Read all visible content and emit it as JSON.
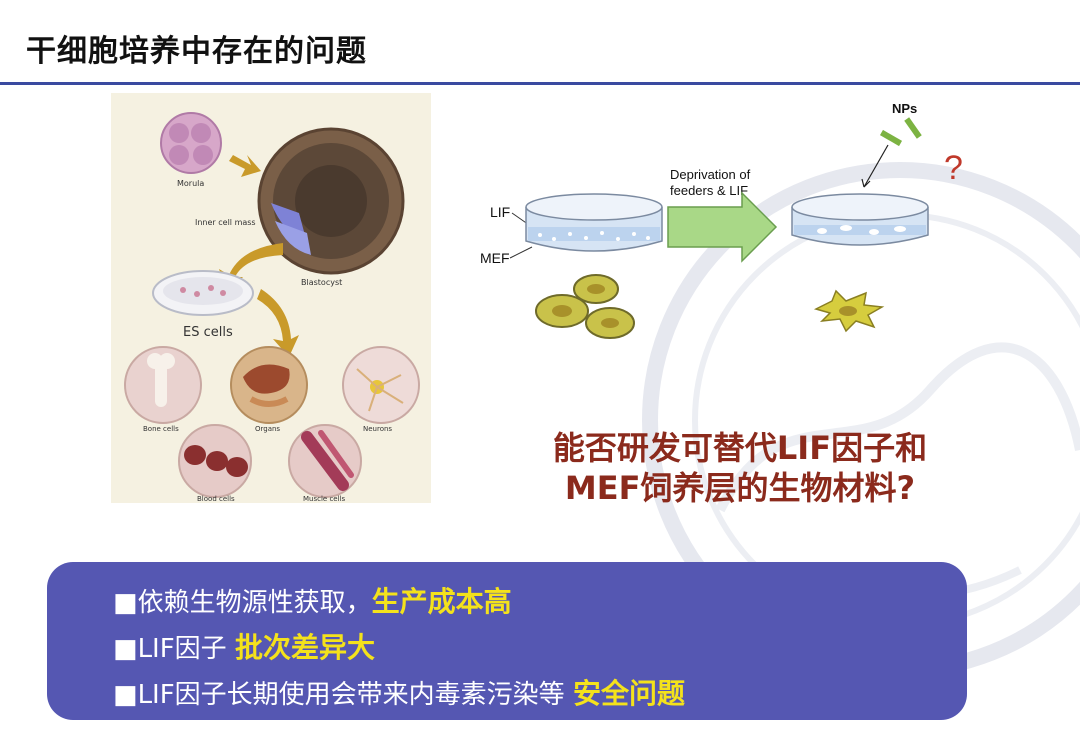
{
  "title": "干细胞培养中存在的问题",
  "left_figure": {
    "labels": {
      "morula": "Morula",
      "inner_cell_mass": "Inner cell mass",
      "blastocyst": "Blastocyst",
      "es_cells": "ES cells",
      "bone_cells": "Bone cells",
      "organs": "Organs",
      "neurons": "Neurons",
      "blood_cells": "Blood cells",
      "muscle_cells": "Muscle cells"
    }
  },
  "right_diagram": {
    "lif_label": "LIF",
    "mef_label": "MEF",
    "arrow_label_line1": "Deprivation of",
    "arrow_label_line2": "feeders & LIF",
    "nps_label": "NPs",
    "question_mark": "?",
    "colors": {
      "arrow": "#a9d887",
      "cell": "#c9c24a",
      "dish": "#c7d9ee"
    }
  },
  "question_lines": [
    "能否研发可替代LIF因子和",
    "MEF饲养层的生物材料?"
  ],
  "bullets": [
    {
      "prefix": "■依赖生物源性获取，",
      "highlight": "生产成本高"
    },
    {
      "prefix": "■LIF因子 ",
      "highlight": "批次差异大"
    },
    {
      "prefix": "■LIF因子长期使用会带来内毒素污染等 ",
      "highlight": "安全问题"
    }
  ],
  "colors": {
    "accent_rule": "#3a4aa0",
    "box": "#5557b2",
    "highlight": "#f4e21b",
    "question": "#8b2a1c"
  }
}
